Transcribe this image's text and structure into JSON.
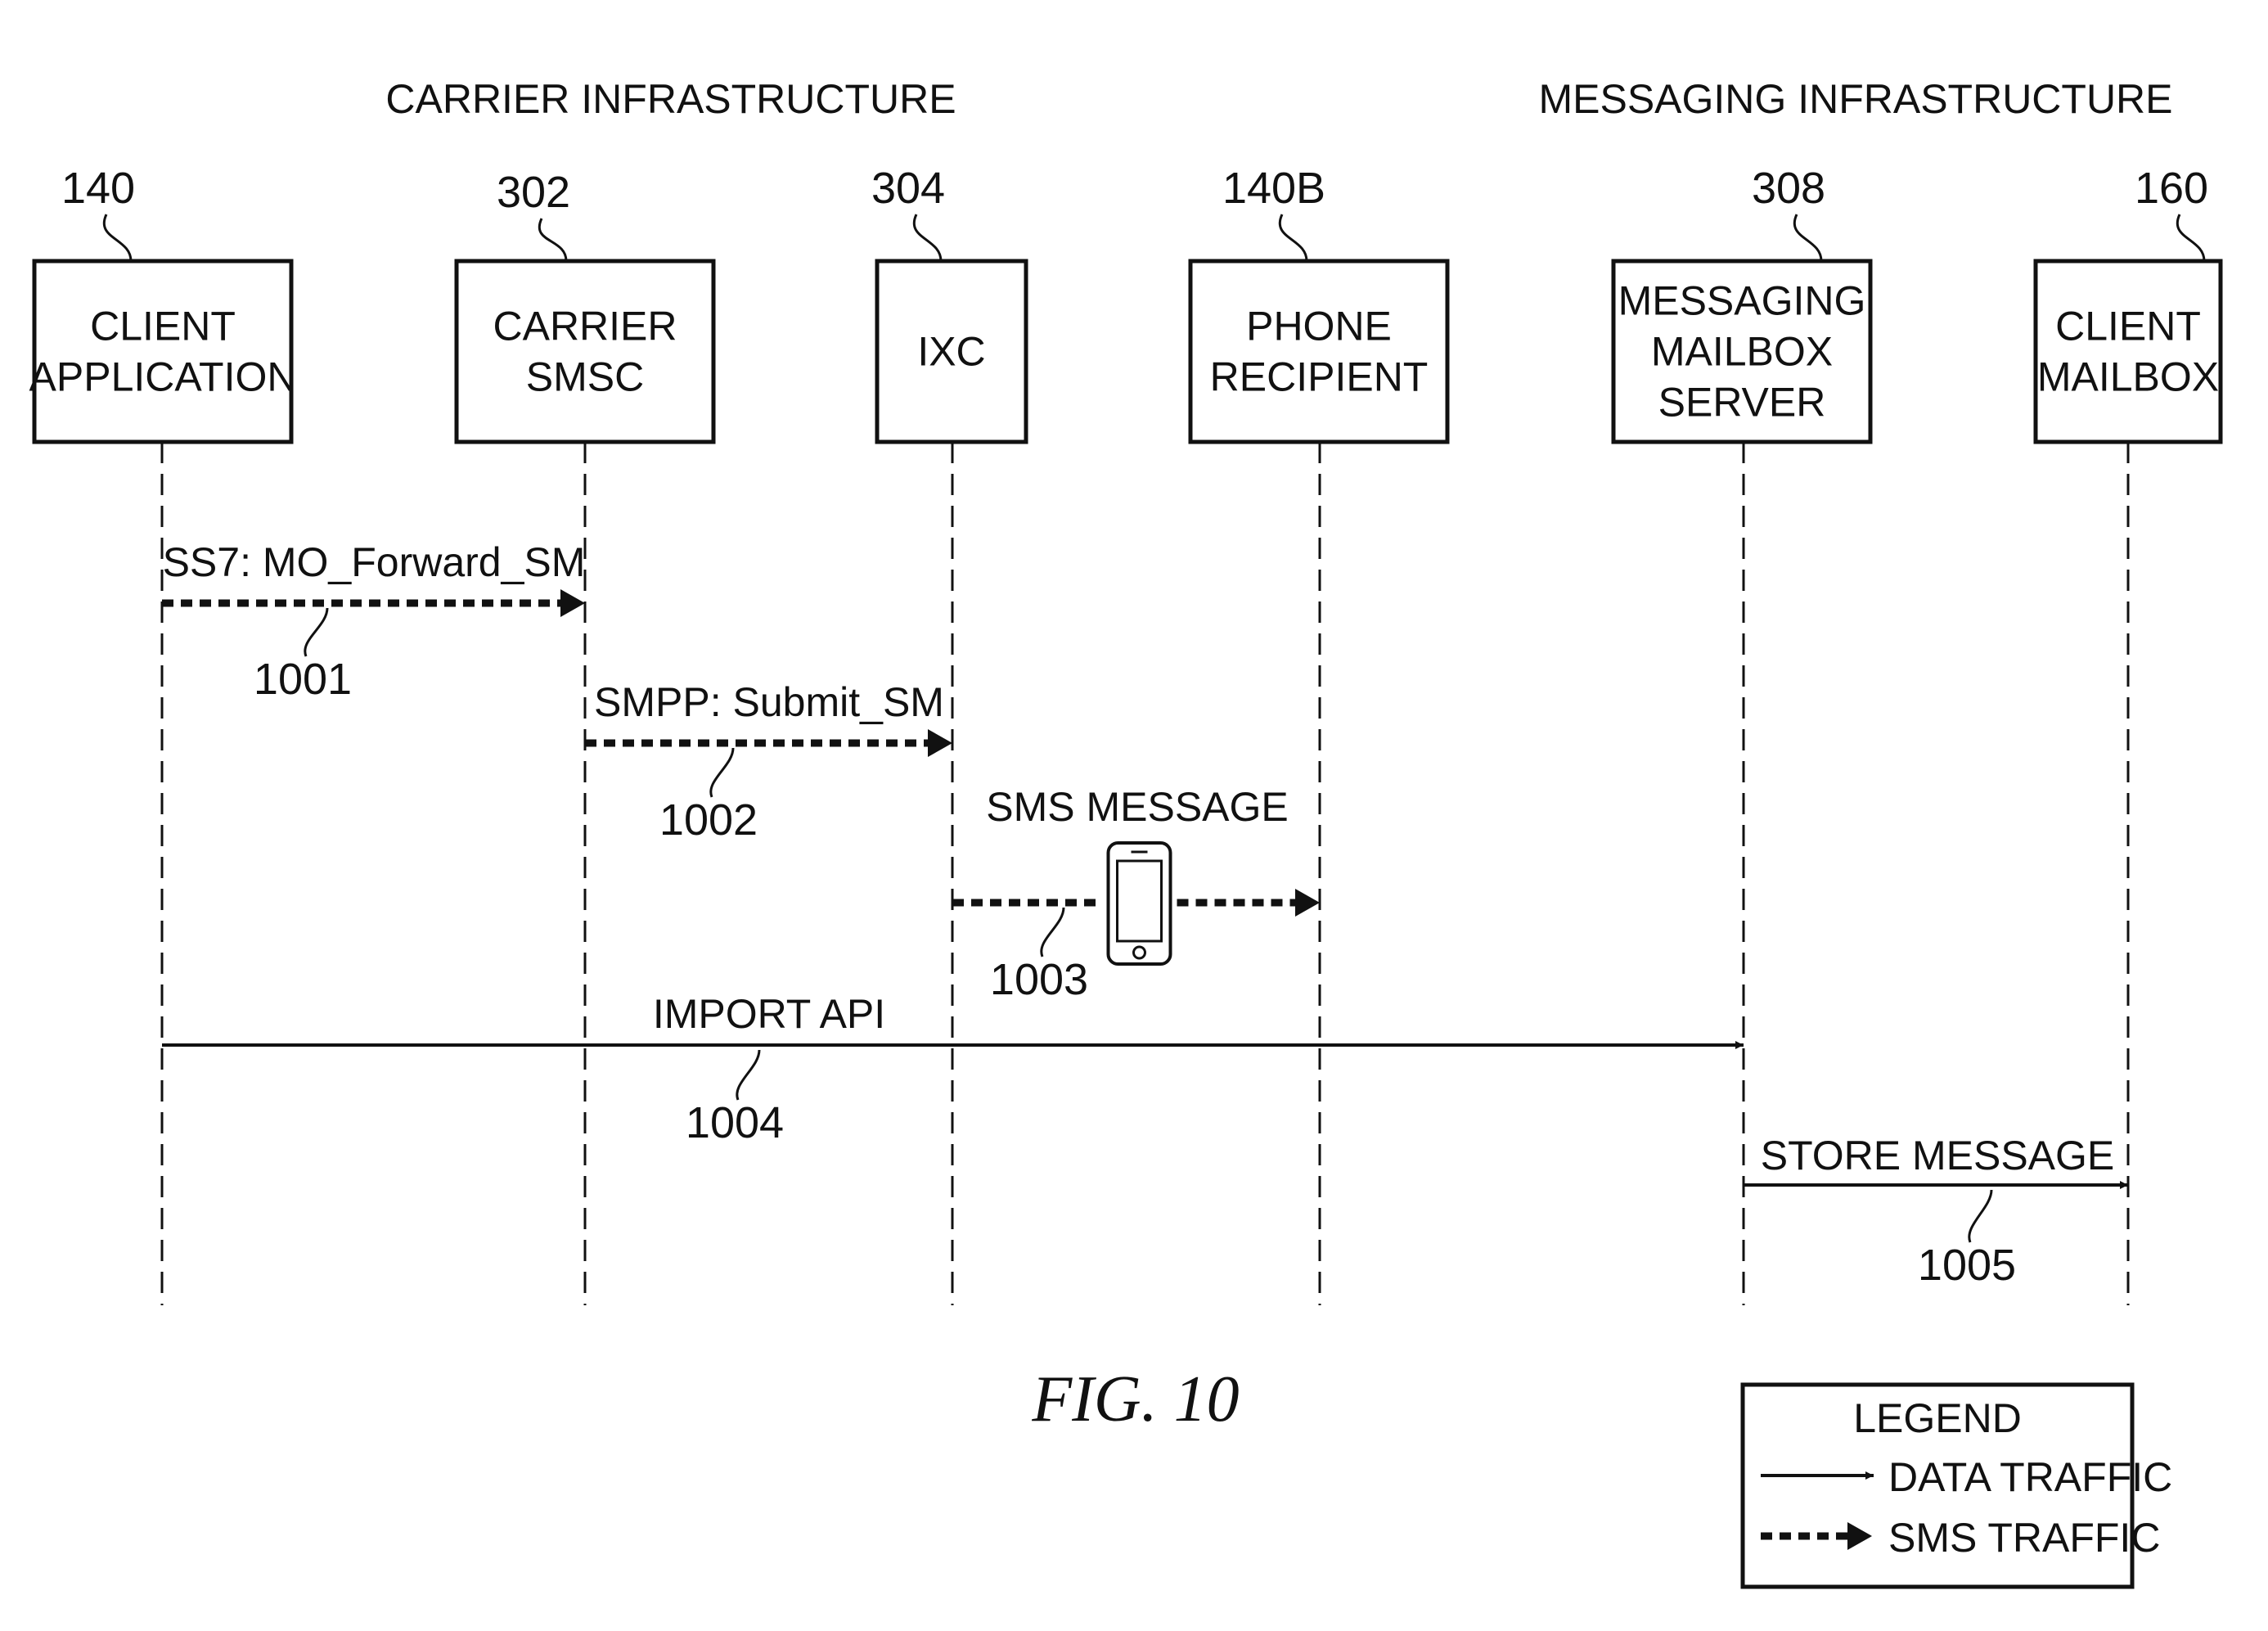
{
  "groups": {
    "carrier": "CARRIER INFRASTRUCTURE",
    "messaging": "MESSAGING INFRASTRUCTURE"
  },
  "entities": [
    {
      "ref": "140",
      "lines": [
        "CLIENT",
        "APPLICATION"
      ]
    },
    {
      "ref": "302",
      "lines": [
        "CARRIER",
        "SMSC"
      ]
    },
    {
      "ref": "304",
      "lines": [
        "IXC"
      ]
    },
    {
      "ref": "140B",
      "lines": [
        "PHONE",
        "RECIPIENT"
      ]
    },
    {
      "ref": "308",
      "lines": [
        "MESSAGING",
        "MAILBOX",
        "SERVER"
      ]
    },
    {
      "ref": "160",
      "lines": [
        "CLIENT",
        "MAILBOX"
      ]
    }
  ],
  "messages": [
    {
      "ref": "1001",
      "label": "SS7: MO_Forward_SM",
      "from": 0,
      "to": 1,
      "kind": "sms"
    },
    {
      "ref": "1002",
      "label": "SMPP: Submit_SM",
      "from": 1,
      "to": 2,
      "kind": "sms"
    },
    {
      "ref": "1003",
      "label": "SMS MESSAGE",
      "from": 2,
      "to": 3,
      "kind": "sms",
      "icon": "smartphone-icon"
    },
    {
      "ref": "1004",
      "label": "IMPORT API",
      "from": 0,
      "to": 4,
      "kind": "data"
    },
    {
      "ref": "1005",
      "label": "STORE MESSAGE",
      "from": 4,
      "to": 5,
      "kind": "data"
    }
  ],
  "figure_label": "FIG. 10",
  "legend": {
    "title": "LEGEND",
    "data": "DATA TRAFFIC",
    "sms": "SMS TRAFFIC"
  }
}
